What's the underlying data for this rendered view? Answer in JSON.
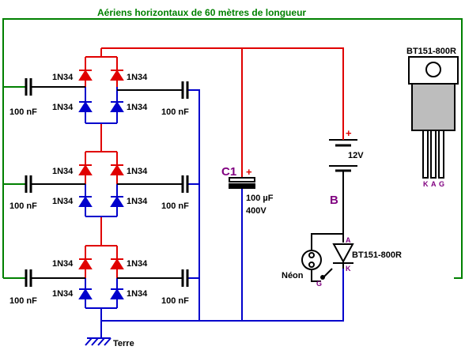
{
  "title": "Aériens horizontaux de 60 mètres de longueur",
  "diode_label": "1N34",
  "cap_label": "100 nF",
  "c1": {
    "name": "C1",
    "plus": "+",
    "value": "100 µF",
    "voltage": "400V"
  },
  "battery": {
    "plus": "+",
    "voltage": "12V"
  },
  "point_b": "B",
  "thyristor": {
    "part": "BT151-800R",
    "pin_a": "A",
    "pin_k": "K",
    "pin_g": "G"
  },
  "package": {
    "part": "BT151-800R",
    "pins": [
      "K",
      "A",
      "G"
    ]
  },
  "neon": "Néon",
  "ground": "Terre",
  "colors": {
    "antenna": "#008000",
    "positive": "#e00000",
    "negative": "#0000cc",
    "wire": "#000000",
    "pin_label": "#800080"
  }
}
